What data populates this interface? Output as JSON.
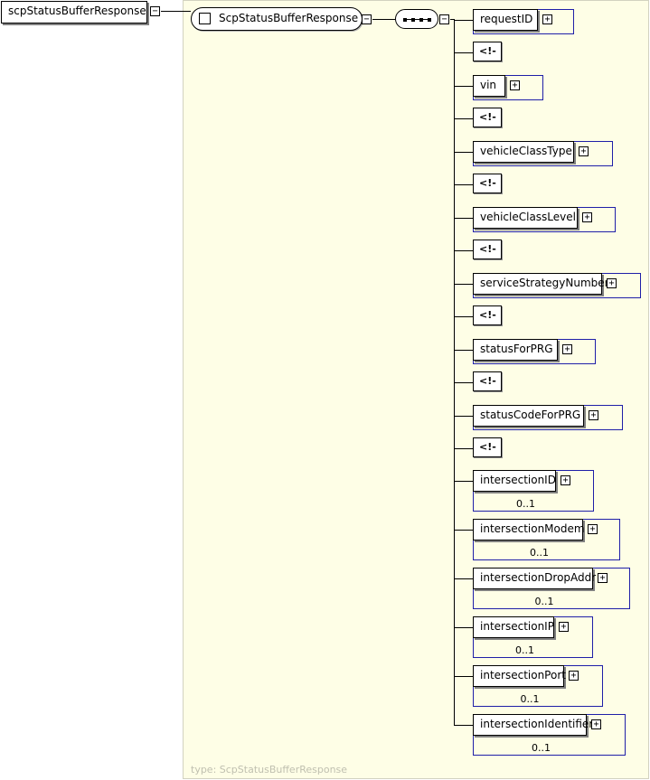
{
  "root": {
    "name": "scpStatusBufferResponse",
    "toggle": "−"
  },
  "complex_type": {
    "name": "ScpStatusBufferResponse",
    "toggle": "−",
    "caption": "type: ScpStatusBufferResponse"
  },
  "sequence": {
    "toggle": "−"
  },
  "children": [
    {
      "kind": "element",
      "name": "requestID",
      "occurs": ""
    },
    {
      "kind": "comment",
      "name": "<!--"
    },
    {
      "kind": "element",
      "name": "vin",
      "occurs": ""
    },
    {
      "kind": "comment",
      "name": "<!--"
    },
    {
      "kind": "element",
      "name": "vehicleClassType",
      "occurs": ""
    },
    {
      "kind": "comment",
      "name": "<!--"
    },
    {
      "kind": "element",
      "name": "vehicleClassLevel",
      "occurs": ""
    },
    {
      "kind": "comment",
      "name": "<!--"
    },
    {
      "kind": "element",
      "name": "serviceStrategyNumber",
      "occurs": ""
    },
    {
      "kind": "comment",
      "name": "<!--"
    },
    {
      "kind": "element",
      "name": "statusForPRG",
      "occurs": ""
    },
    {
      "kind": "comment",
      "name": "<!--"
    },
    {
      "kind": "element",
      "name": "statusCodeForPRG",
      "occurs": ""
    },
    {
      "kind": "comment",
      "name": "<!--"
    },
    {
      "kind": "element",
      "name": "intersectionID",
      "occurs": "0..1"
    },
    {
      "kind": "element",
      "name": "intersectionModem",
      "occurs": "0..1"
    },
    {
      "kind": "element",
      "name": "intersectionDropAddr",
      "occurs": "0..1"
    },
    {
      "kind": "element",
      "name": "intersectionIP",
      "occurs": "0..1"
    },
    {
      "kind": "element",
      "name": "intersectionPort",
      "occurs": "0..1"
    },
    {
      "kind": "element",
      "name": "intersectionIdentifier",
      "occurs": "0..1"
    }
  ],
  "expand_glyph": "+",
  "comment_glyph": "<!-"
}
